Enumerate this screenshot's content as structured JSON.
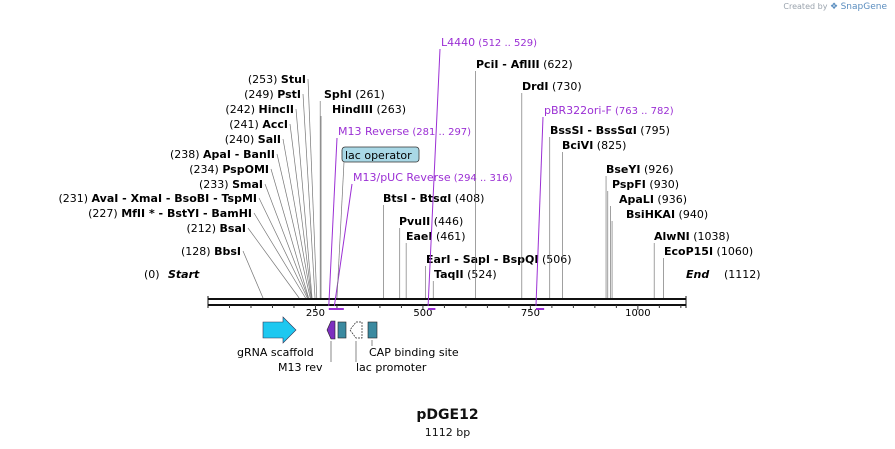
{
  "credit": {
    "prefix": "Created by",
    "brand": "SnapGene"
  },
  "plasmid": {
    "name": "pDGE12",
    "length_label": "1112 bp"
  },
  "scale": {
    "total_bp": 1112,
    "ticks": [
      "250",
      "500",
      "750",
      "1000"
    ]
  },
  "ends": {
    "start_pos": "(0)",
    "start_label": "Start",
    "end_label": "End",
    "end_pos": "(1112)"
  },
  "colors": {
    "enzyme": "#000000",
    "primer": "#9b2fd4",
    "gRNA": "#1ec8f0",
    "m13rev": "#7d2fbf",
    "cap": "#3b8aa0",
    "lac_op_fill": "#a9d8e6",
    "backbone": "#111111"
  },
  "sites": [
    {
      "pos": "(128)",
      "names": [
        "BbsI"
      ],
      "bp": 128
    },
    {
      "pos": "(212)",
      "names": [
        "BsaI"
      ],
      "bp": 212
    },
    {
      "pos": "(227)",
      "names": [
        "MfII *",
        "BstYI",
        "BamHI"
      ],
      "bp": 227
    },
    {
      "pos": "(231)",
      "names": [
        "AvaI",
        "XmaI",
        "BsoBI",
        "TspMI"
      ],
      "bp": 231
    },
    {
      "pos": "(233)",
      "names": [
        "SmaI"
      ],
      "bp": 233
    },
    {
      "pos": "(234)",
      "names": [
        "PspOMI"
      ],
      "bp": 234
    },
    {
      "pos": "(238)",
      "names": [
        "ApaI",
        "BanII"
      ],
      "bp": 238
    },
    {
      "pos": "(240)",
      "names": [
        "SalI"
      ],
      "bp": 240
    },
    {
      "pos": "(241)",
      "names": [
        "AccI"
      ],
      "bp": 241
    },
    {
      "pos": "(242)",
      "names": [
        "HincII"
      ],
      "bp": 242
    },
    {
      "pos": "(249)",
      "names": [
        "PstI"
      ],
      "bp": 249
    },
    {
      "pos": "(253)",
      "names": [
        "StuI"
      ],
      "bp": 253
    },
    {
      "pos": "(261)",
      "names": [
        "SphI"
      ],
      "bp": 261
    },
    {
      "pos": "(263)",
      "names": [
        "HindIII"
      ],
      "bp": 263
    },
    {
      "pos": "(408)",
      "names": [
        "BtsI",
        "BtsαI"
      ],
      "bp": 408
    },
    {
      "pos": "(446)",
      "names": [
        "PvuII"
      ],
      "bp": 446
    },
    {
      "pos": "(461)",
      "names": [
        "EaeI"
      ],
      "bp": 461
    },
    {
      "pos": "(506)",
      "names": [
        "EarI",
        "SapI",
        "BspQI"
      ],
      "bp": 506
    },
    {
      "pos": "(524)",
      "names": [
        "TaqII"
      ],
      "bp": 524
    },
    {
      "pos": "(622)",
      "names": [
        "PciI",
        "AflIII"
      ],
      "bp": 622
    },
    {
      "pos": "(730)",
      "names": [
        "DrdI"
      ],
      "bp": 730
    },
    {
      "pos": "(795)",
      "names": [
        "BssSI",
        "BssSαI"
      ],
      "bp": 795
    },
    {
      "pos": "(825)",
      "names": [
        "BciVI"
      ],
      "bp": 825
    },
    {
      "pos": "(926)",
      "names": [
        "BseYI"
      ],
      "bp": 926
    },
    {
      "pos": "(930)",
      "names": [
        "PspFI"
      ],
      "bp": 930
    },
    {
      "pos": "(936)",
      "names": [
        "ApaLI"
      ],
      "bp": 936
    },
    {
      "pos": "(940)",
      "names": [
        "BsiHKAI"
      ],
      "bp": 940
    },
    {
      "pos": "(1038)",
      "names": [
        "AlwNI"
      ],
      "bp": 1038
    },
    {
      "pos": "(1060)",
      "names": [
        "EcoP15I"
      ],
      "bp": 1060
    }
  ],
  "primers": [
    {
      "name": "L4440",
      "range": "(512 .. 529)",
      "start": 512,
      "end": 529
    },
    {
      "name": "pBR322ori-F",
      "range": "(763 .. 782)",
      "start": 763,
      "end": 782
    },
    {
      "name": "M13 Reverse",
      "range": "(281 .. 297)",
      "start": 281,
      "end": 297
    },
    {
      "name": "M13/pUC Reverse",
      "range": "(294 .. 316)",
      "start": 294,
      "end": 316
    }
  ],
  "features": [
    {
      "name": "lac operator",
      "bp": 300
    },
    {
      "name": "gRNA scaffold",
      "start": 135,
      "end": 210
    },
    {
      "name": "M13 rev",
      "start": 294,
      "end": 311
    },
    {
      "name": "lac promoter",
      "start": 319,
      "end": 349
    },
    {
      "name": "CAP binding site",
      "start": 364,
      "end": 385
    }
  ]
}
